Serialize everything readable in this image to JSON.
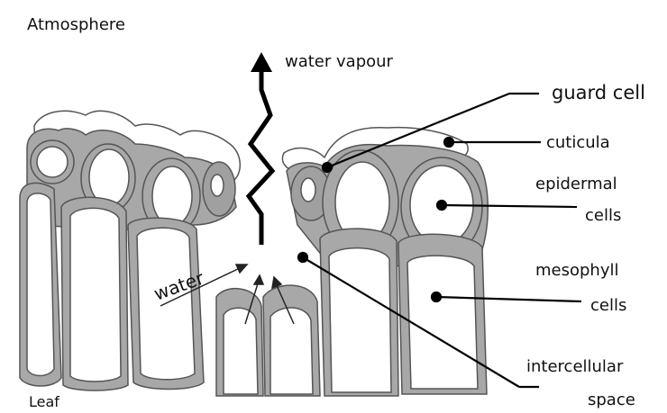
{
  "labels": {
    "atmosphere": "Atmosphere",
    "water_vapour": "water vapour",
    "guard_cell": "guard cell",
    "cuticula": "cuticula",
    "epidermal_1": "epidermal",
    "epidermal_2": "cells",
    "mesophyll_1": "mesophyll",
    "mesophyll_2": "cells",
    "intercellular_1": "intercellular",
    "intercellular_2": "space",
    "water": "water",
    "leaf": "Leaf"
  },
  "colors": {
    "cell_wall": "#9a9a9a",
    "cell_interior": "#ffffff",
    "outline": "#444444",
    "line": "#000000"
  }
}
